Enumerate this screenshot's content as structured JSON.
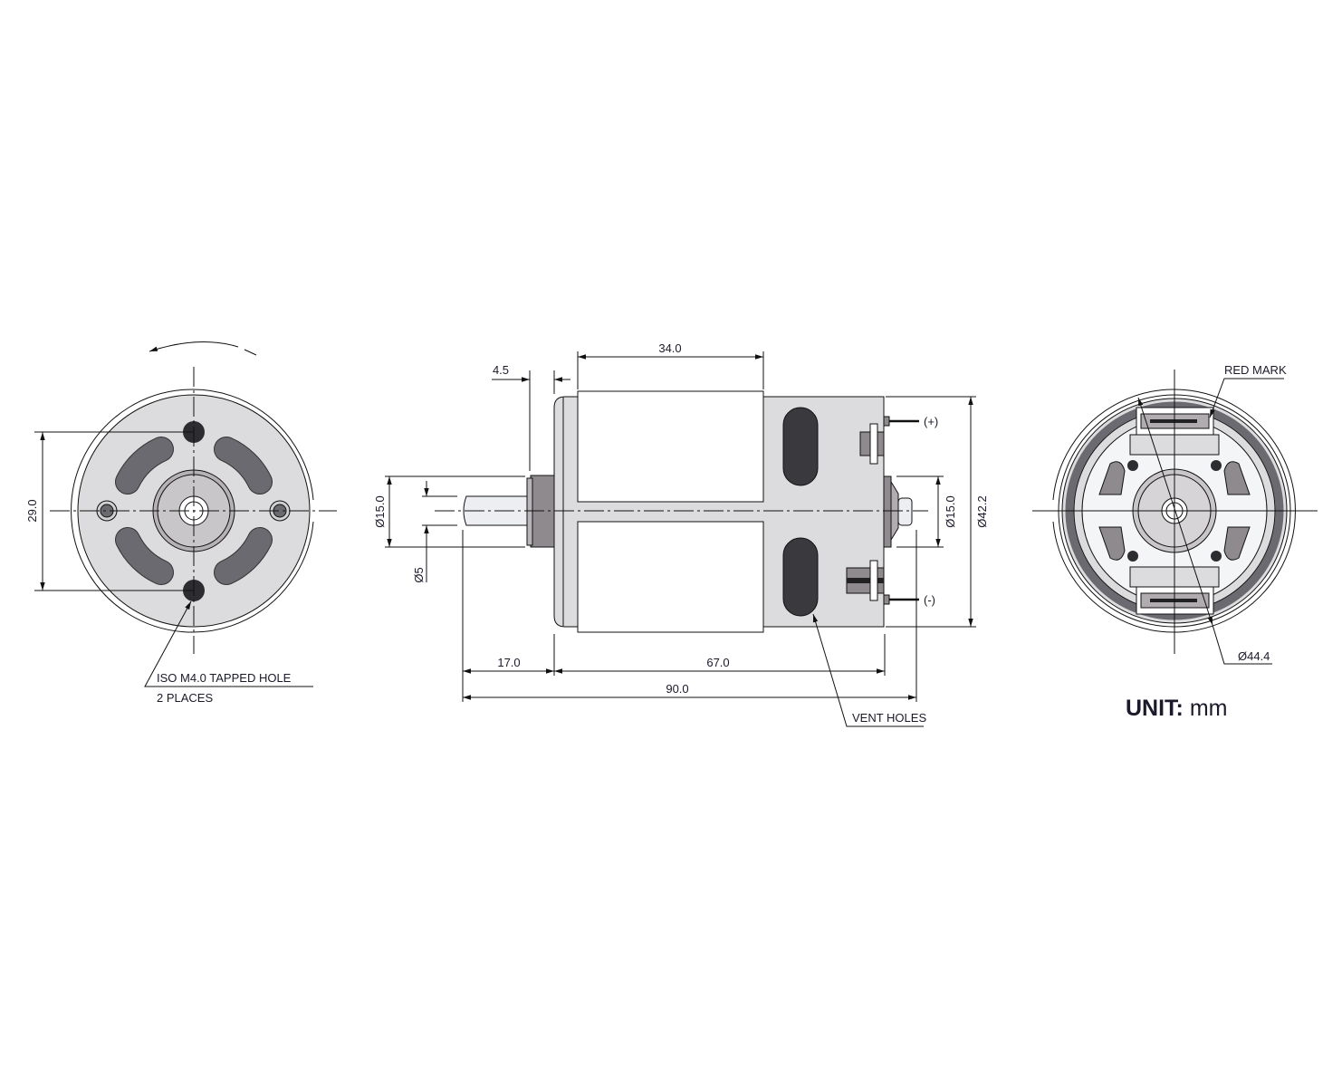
{
  "front_view": {
    "dim_height": "29.0",
    "hole_note_line1": "ISO M4.0 TAPPED HOLE",
    "hole_note_line2": "2 PLACES"
  },
  "side_view": {
    "dim_magnet_length": "34.0",
    "dim_shoulder": "4.5",
    "dim_front_hub_dia": "Ø15.0",
    "dim_shaft_dia": "Ø5",
    "dim_rear_hub_dia": "Ø15.0",
    "dim_body_dia": "Ø42.2",
    "dim_shaft_length": "17.0",
    "dim_body_length": "67.0",
    "dim_total_length": "90.0",
    "terminal_positive": "(+)",
    "terminal_negative": "(-)",
    "vent_label": "VENT HOLES"
  },
  "rear_view": {
    "red_mark_label": "RED MARK",
    "dim_outer_dia": "Ø44.4"
  },
  "unit": {
    "label": "UNIT:",
    "value": "mm"
  },
  "colors": {
    "body": "#dcdbdd",
    "dark": "#3a393e",
    "slot": "#6b6a70",
    "hub": "#8e8a8e"
  }
}
